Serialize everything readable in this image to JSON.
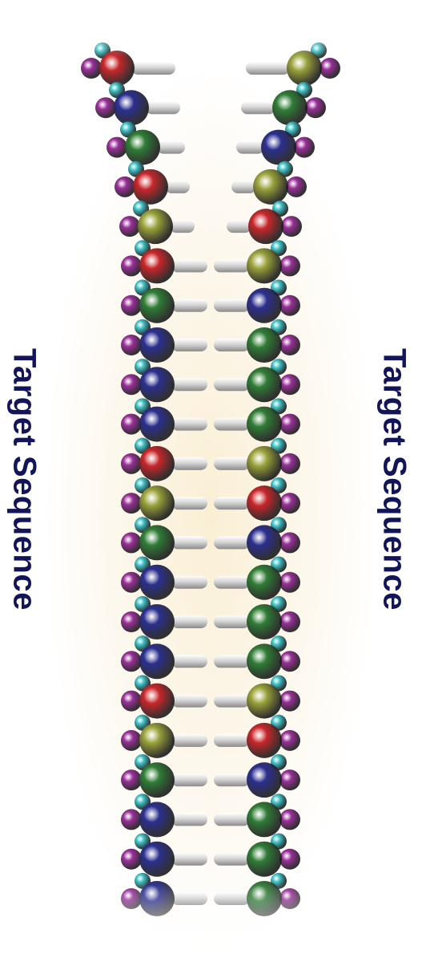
{
  "labels": {
    "left": "Target Sequence",
    "right": "Target Sequence"
  },
  "colors": {
    "label_text": "#13155a",
    "backbone_purple": "#9b2f9b",
    "backbone_cyan": "#3fc4c9",
    "base_red": "#c8262a",
    "base_green": "#2f7d36",
    "base_blue": "#2b2f8f",
    "base_olive": "#9aa23a",
    "hydrogen_bond": "#d6d6d6"
  },
  "dna": {
    "left_strand_bases": [
      "red",
      "blue",
      "green",
      "red",
      "olive",
      "red",
      "green",
      "blue",
      "blue",
      "blue",
      "red",
      "olive",
      "green",
      "blue",
      "blue",
      "blue",
      "red",
      "olive",
      "green",
      "blue",
      "blue",
      "blue"
    ],
    "right_strand_bases": [
      "olive",
      "green",
      "blue",
      "olive",
      "red",
      "olive",
      "blue",
      "green",
      "green",
      "green",
      "olive",
      "red",
      "blue",
      "green",
      "green",
      "green",
      "olive",
      "red",
      "blue",
      "green",
      "green",
      "green"
    ]
  }
}
